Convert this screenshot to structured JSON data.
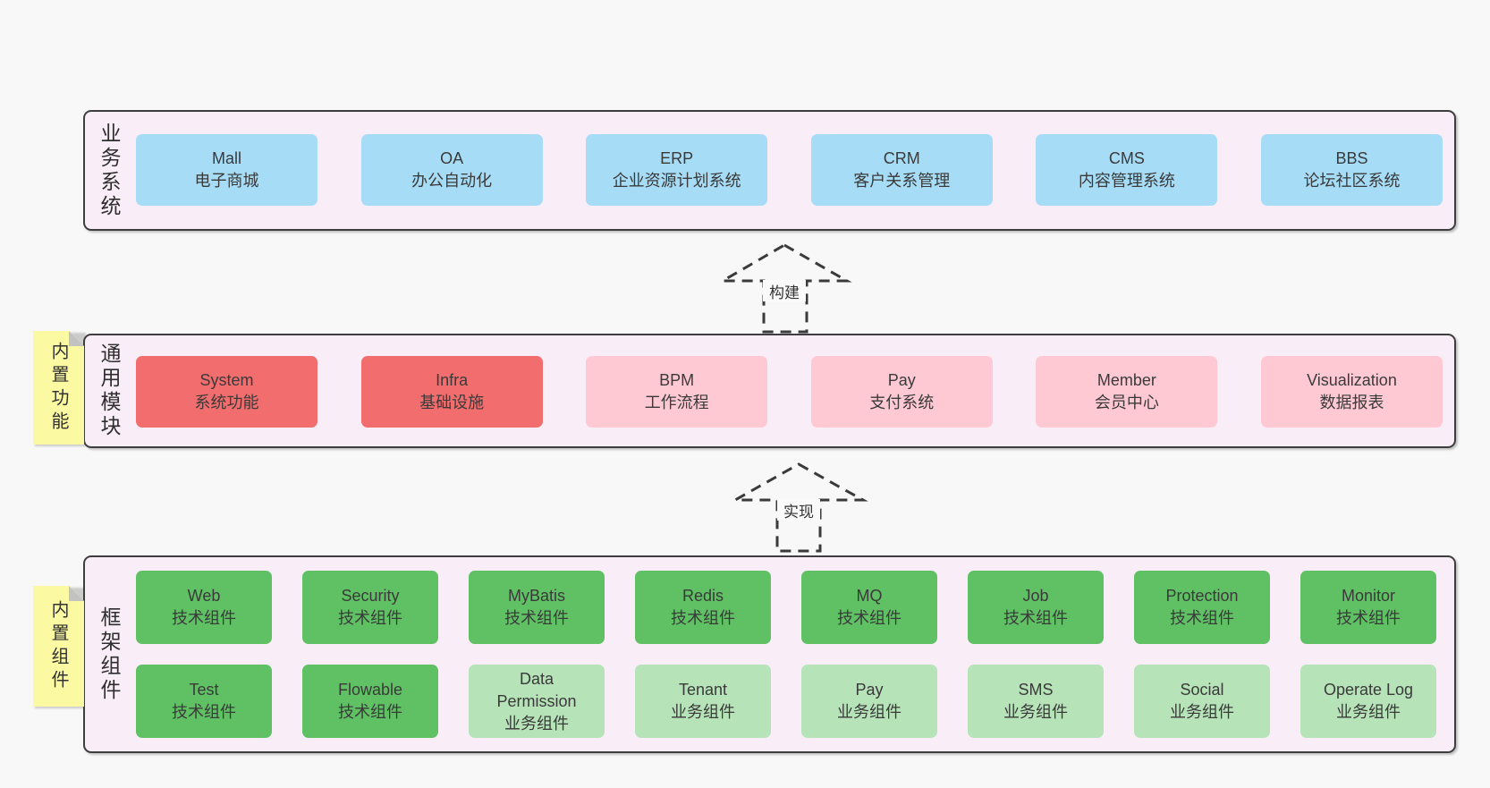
{
  "colors": {
    "page_bg": "#f8f8f8",
    "band_bg": "#f9eef7",
    "band_border": "#3e3e3e",
    "blue": "#a7dcf6",
    "red": "#f26d6d",
    "pink": "#ffc9d4",
    "green": "#5fc164",
    "green_light": "#b7e3b8",
    "note_yellow": "#fbfaa2",
    "note_fold": "#c2c2c2",
    "arrow_stroke": "#3a3a3a",
    "text": "#3a3a3a"
  },
  "bands": {
    "business": {
      "label": "业务系统",
      "boxes": [
        {
          "name": "Mall",
          "desc": "电子商城"
        },
        {
          "name": "OA",
          "desc": "办公自动化"
        },
        {
          "name": "ERP",
          "desc": "企业资源计划系统"
        },
        {
          "name": "CRM",
          "desc": "客户关系管理"
        },
        {
          "name": "CMS",
          "desc": "内容管理系统"
        },
        {
          "name": "BBS",
          "desc": "论坛社区系统"
        }
      ]
    },
    "modules": {
      "label": "通用模块",
      "note": "内置功能",
      "boxes": [
        {
          "name": "System",
          "desc": "系统功能"
        },
        {
          "name": "Infra",
          "desc": "基础设施"
        },
        {
          "name": "BPM",
          "desc": "工作流程"
        },
        {
          "name": "Pay",
          "desc": "支付系统"
        },
        {
          "name": "Member",
          "desc": "会员中心"
        },
        {
          "name": "Visualization",
          "desc": "数据报表"
        }
      ]
    },
    "components": {
      "label": "框架组件",
      "note": "内置组件",
      "row1": [
        {
          "name": "Web",
          "desc": "技术组件"
        },
        {
          "name": "Security",
          "desc": "技术组件"
        },
        {
          "name": "MyBatis",
          "desc": "技术组件"
        },
        {
          "name": "Redis",
          "desc": "技术组件"
        },
        {
          "name": "MQ",
          "desc": "技术组件"
        },
        {
          "name": "Job",
          "desc": "技术组件"
        },
        {
          "name": "Protection",
          "desc": "技术组件"
        },
        {
          "name": "Monitor",
          "desc": "技术组件"
        }
      ],
      "row2": [
        {
          "name": "Test",
          "desc": "技术组件"
        },
        {
          "name": "Flowable",
          "desc": "技术组件"
        },
        {
          "name": "Data Permission",
          "desc": "业务组件"
        },
        {
          "name": "Tenant",
          "desc": "业务组件"
        },
        {
          "name": "Pay",
          "desc": "业务组件"
        },
        {
          "name": "SMS",
          "desc": "业务组件"
        },
        {
          "name": "Social",
          "desc": "业务组件"
        },
        {
          "name": "Operate Log",
          "desc": "业务组件"
        }
      ]
    }
  },
  "arrows": {
    "build": {
      "label": "构建"
    },
    "implement": {
      "label": "实现"
    }
  }
}
